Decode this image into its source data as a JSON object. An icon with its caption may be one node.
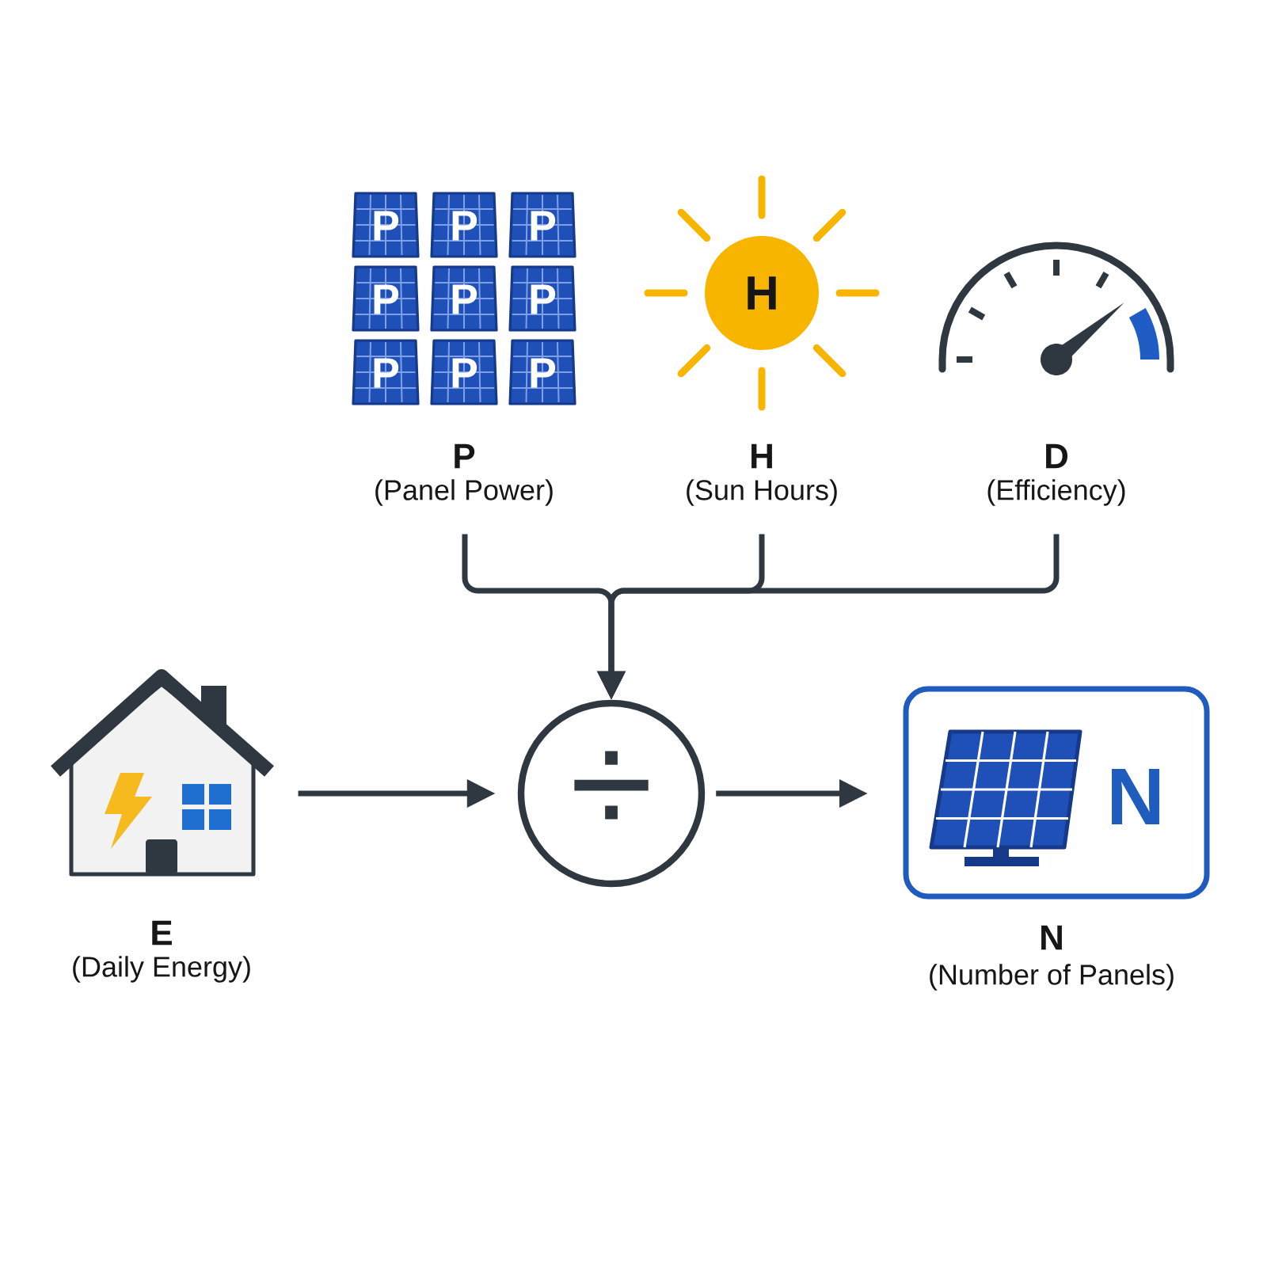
{
  "diagram": {
    "nodes": [
      {
        "text": [],
        "shape": "picture",
        "beside": [
          "P",
          "(Panel Power)"
        ]
      },
      {
        "text": [
          "H"
        ],
        "beside": [
          "H",
          "(Sun Hours)"
        ]
      },
      {
        "text": [],
        "shape": "picture",
        "beside": [
          "D",
          "(Efficiency)"
        ]
      },
      {
        "text": [],
        "shape": "picture",
        "beside": [
          "E",
          "(Daily Energy)"
        ]
      },
      {
        "text": [
          "÷"
        ]
      },
      {
        "text": [
          "N"
        ],
        "beside": [
          "N",
          "(Number of Panels)"
        ]
      }
    ],
    "edges": [
      {
        "from": 0,
        "to": 4,
        "arrow": "to"
      },
      {
        "from": 1,
        "to": 4,
        "arrow": "to"
      },
      {
        "from": 2,
        "to": 4,
        "arrow": "to"
      },
      {
        "from": 3,
        "to": 4,
        "arrow": "to"
      },
      {
        "from": 4,
        "to": 5,
        "arrow": "to"
      }
    ],
    "labels": [
      "P",
      "P",
      "P",
      "P",
      "P",
      "P",
      "P",
      "P",
      "P"
    ]
  }
}
